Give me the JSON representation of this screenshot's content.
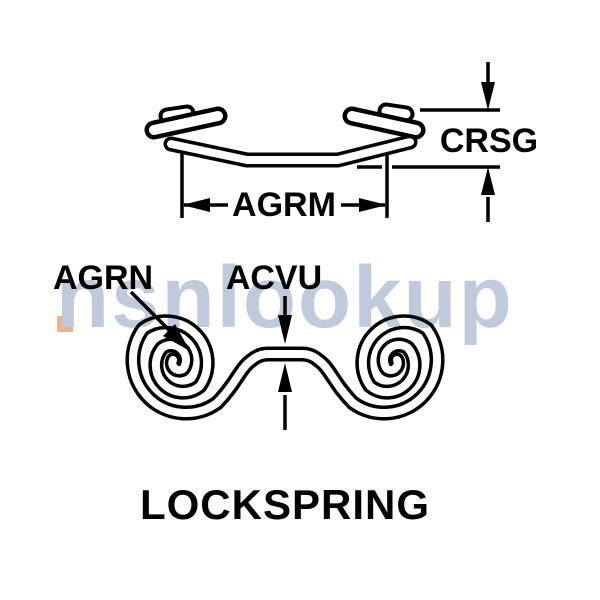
{
  "side_view": {
    "dim_width_label": "AGRM",
    "dim_height_label": "CRSG"
  },
  "front_view": {
    "dim_center_label": "AGRN",
    "dim_gap_label": "ACVU"
  },
  "caption": "LOCKSPRING",
  "watermark": {
    "text": "nsnlookup",
    "text_color": "#bfcbdd",
    "accent_color": "#f5b183"
  },
  "colors": {
    "line": "#000000",
    "background": "#ffffff"
  }
}
